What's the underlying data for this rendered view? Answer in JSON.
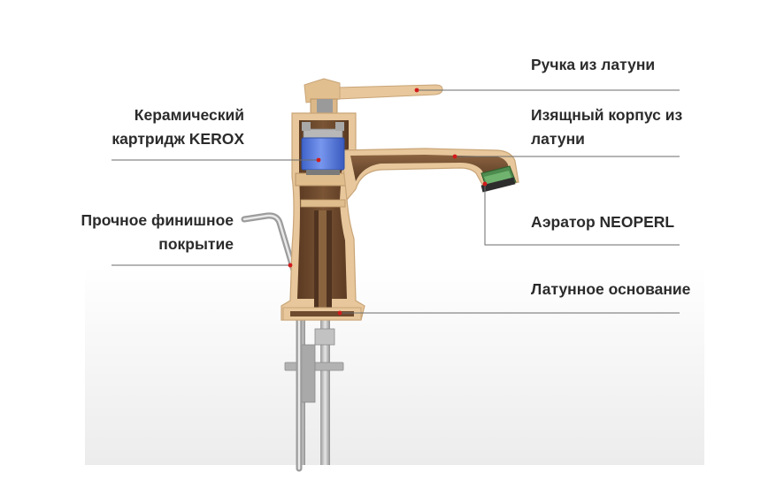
{
  "labels": {
    "handle": [
      "Ручка из латуни"
    ],
    "body": [
      "Изящный корпус из",
      "латуни"
    ],
    "aerator": [
      "Аэратор NEOPERL"
    ],
    "base": [
      "Латунное основание"
    ],
    "cartridge": [
      "Керамический",
      "картридж KEROX"
    ],
    "finish": [
      "Прочное финишное",
      "покрытие"
    ]
  },
  "colors": {
    "brass": "#e7c79b",
    "brass_shade": "#c9a578",
    "bronze_cut": "#6e4a2e",
    "bronze_dark": "#4f3320",
    "cartridge": "#5b7fe0",
    "aerator": "#5aa05a",
    "leader_line": "#6b6b6b",
    "marker": "#d21b1b",
    "pipe": "#c4c4c4",
    "text": "#2b2b2b"
  }
}
